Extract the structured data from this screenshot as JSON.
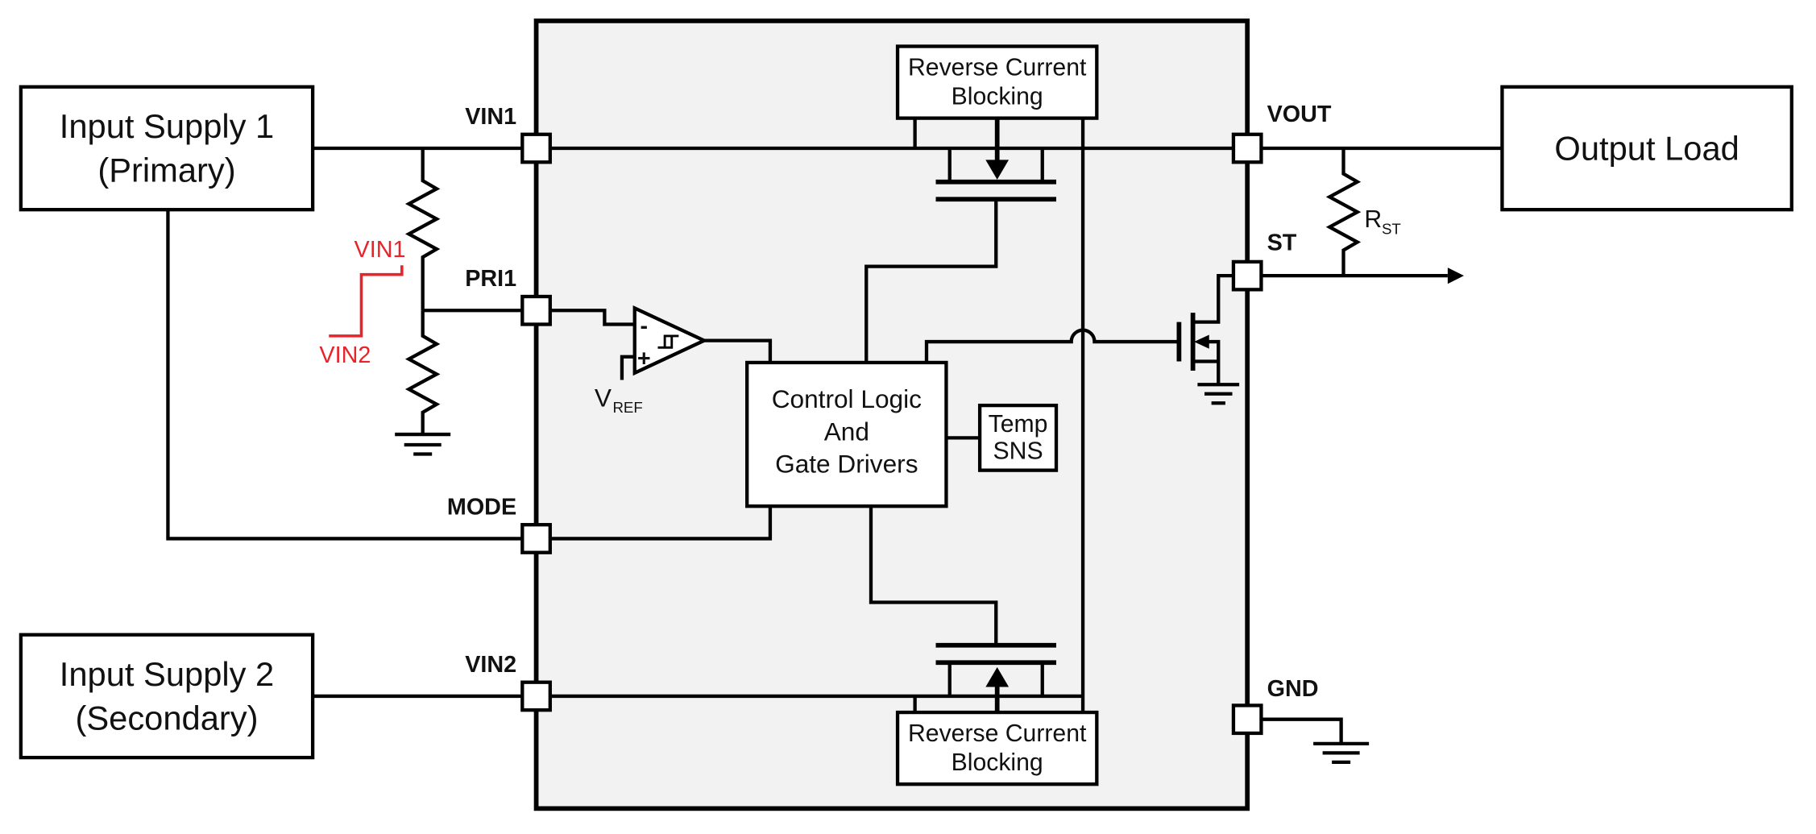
{
  "colors": {
    "line": "#000000",
    "ic-fill": "#f2f2f2",
    "accent-red": "#e8232a"
  },
  "external": {
    "input_supply_1": {
      "line1": "Input Supply 1",
      "line2": "(Primary)"
    },
    "input_supply_2": {
      "line1": "Input Supply 2",
      "line2": "(Secondary)"
    },
    "output_load": "Output Load",
    "rst": {
      "main": "R",
      "sub": "ST"
    }
  },
  "pins": {
    "vin1": "VIN1",
    "pri1": "PRI1",
    "mode": "MODE",
    "vin2": "VIN2",
    "vout": "VOUT",
    "st": "ST",
    "gnd": "GND"
  },
  "internal": {
    "rcb_top": {
      "line1": "Reverse Current",
      "line2": "Blocking"
    },
    "rcb_bottom": {
      "line1": "Reverse Current",
      "line2": "Blocking"
    },
    "control": {
      "line1": "Control Logic",
      "line2": "And",
      "line3": "Gate Drivers"
    },
    "temp": {
      "line1": "Temp",
      "line2": "SNS"
    },
    "comparator": {
      "minus": "-",
      "plus": "+"
    },
    "vref": {
      "main": "V",
      "sub": "REF"
    }
  },
  "annotation": {
    "vin1": "VIN1",
    "vin2": "VIN2"
  }
}
